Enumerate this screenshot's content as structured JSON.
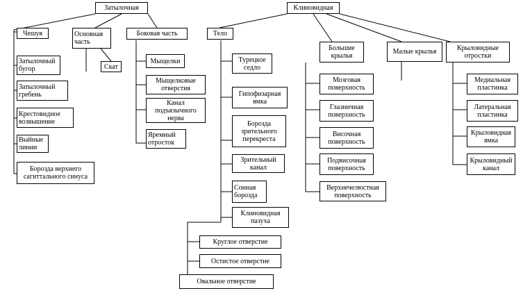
{
  "occipital": {
    "root": "Затылочная",
    "squama": "Чешуя",
    "basilar": "Основная часть",
    "clivus": "Скат",
    "lateral": "Боковая часть",
    "squama_items": [
      "Затылочный бугор",
      "Затылочный гребень",
      "Крестовидное возвышение",
      "Выйные линии",
      "Борозда верхнего сагиттального синуса"
    ],
    "lateral_items": [
      "Мыщелки",
      "Мыщелковые отверстия",
      "Канал подъязычного нерва",
      "Яремный отросток"
    ]
  },
  "sphenoid": {
    "root": "Клиновидная",
    "body": "Тело",
    "body_items": [
      "Турецкое седло",
      "Гипофизарная ямка",
      "Борозда зрительного перекреста",
      "Зрительный канал",
      "Сонная борозда",
      "Клиновидная пазуха"
    ],
    "foramina": [
      "Круглое отверстие",
      "Остистое отверстие",
      "Овальное отверстие"
    ],
    "greater_wings": "Большие крылья",
    "greater_items": [
      "Мозговая поверхность",
      "Глазничная поверхность",
      "Височная поверхность",
      "Подвисочная поверхность",
      "Верхнечелюстная поверхность"
    ],
    "lesser_wings": "Малые крылья",
    "pterygoid": "Крыловидные отростки",
    "pterygoid_items": [
      "Медиальная пластинка",
      "Латеральная пластинка",
      "Крыловидная ямка",
      "Крыловидный канал"
    ]
  }
}
